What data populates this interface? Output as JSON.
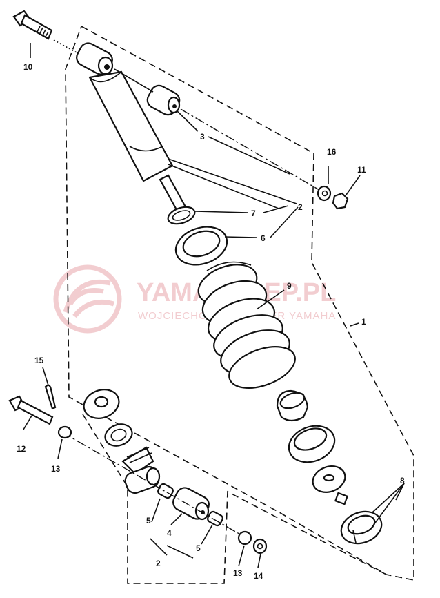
{
  "watermark": {
    "brand": "YAMASKLEP.PL",
    "subtitle": "WOJCIECHOWSKI DEALER YAMAHA",
    "color": "#f2cdd0"
  },
  "callouts": [
    {
      "id": "c1",
      "label": "1"
    },
    {
      "id": "c2a",
      "label": "2"
    },
    {
      "id": "c2b",
      "label": "2"
    },
    {
      "id": "c3",
      "label": "3"
    },
    {
      "id": "c4",
      "label": "4"
    },
    {
      "id": "c5a",
      "label": "5"
    },
    {
      "id": "c5b",
      "label": "5"
    },
    {
      "id": "c6",
      "label": "6"
    },
    {
      "id": "c7",
      "label": "7"
    },
    {
      "id": "c8",
      "label": "8"
    },
    {
      "id": "c9",
      "label": "9"
    },
    {
      "id": "c10",
      "label": "10"
    },
    {
      "id": "c11",
      "label": "11"
    },
    {
      "id": "c12",
      "label": "12"
    },
    {
      "id": "c13a",
      "label": "13"
    },
    {
      "id": "c13b",
      "label": "13"
    },
    {
      "id": "c14",
      "label": "14"
    },
    {
      "id": "c15",
      "label": "15"
    },
    {
      "id": "c16",
      "label": "16"
    }
  ]
}
